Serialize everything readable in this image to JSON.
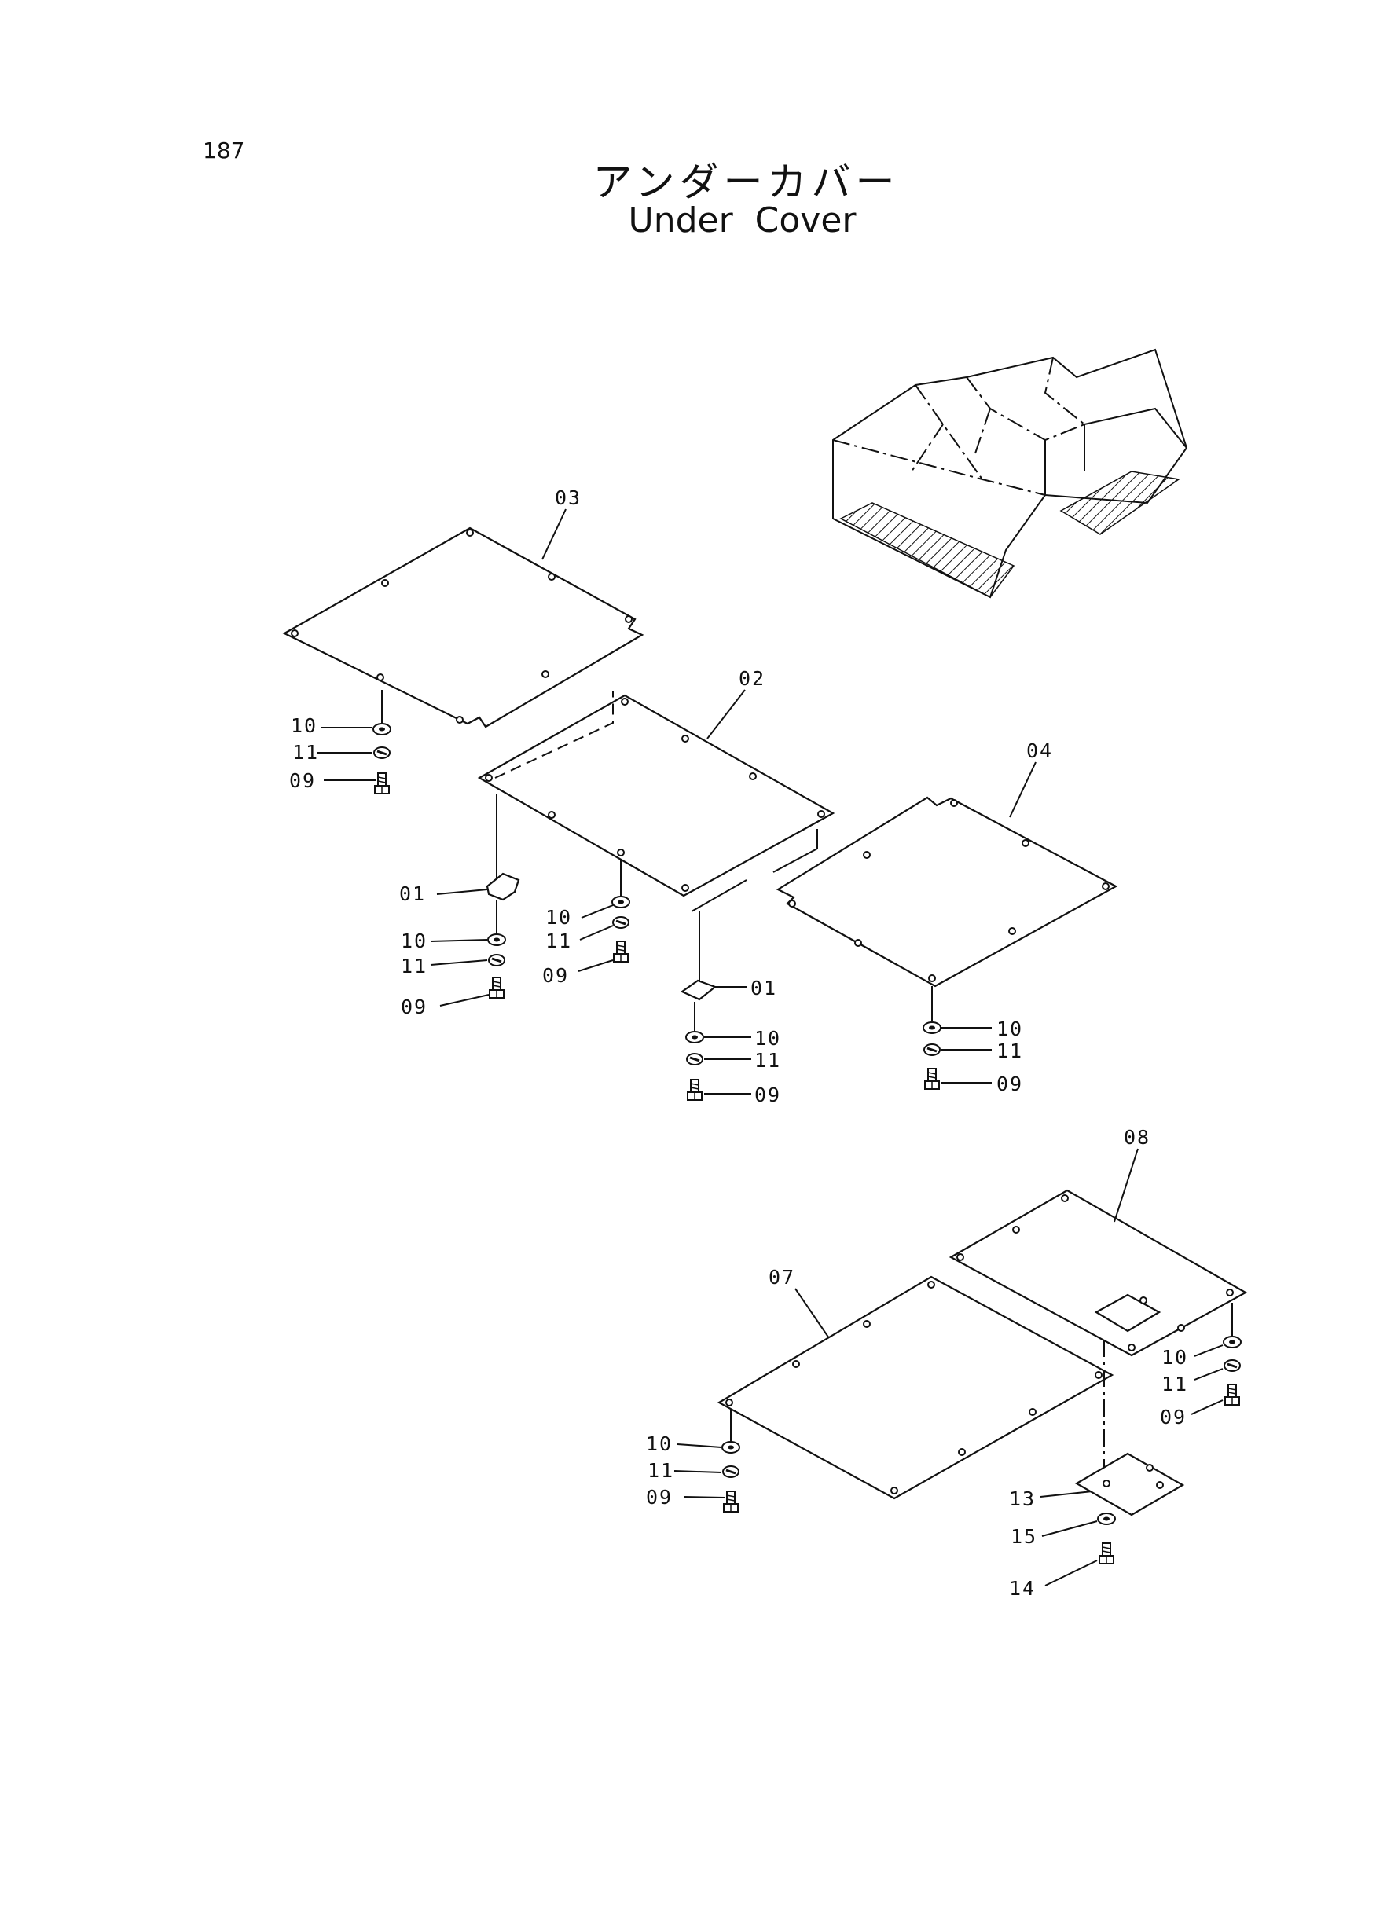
{
  "page": {
    "number": "187"
  },
  "title": {
    "japanese": "アンダーカバー",
    "english": "Under Cover"
  },
  "labels": {
    "p01": "01",
    "p02": "02",
    "p03": "03",
    "p04": "04",
    "p07": "07",
    "p08": "08",
    "p09": "09",
    "p10": "10",
    "p11": "11",
    "p13": "13",
    "p14": "14",
    "p15": "15"
  }
}
